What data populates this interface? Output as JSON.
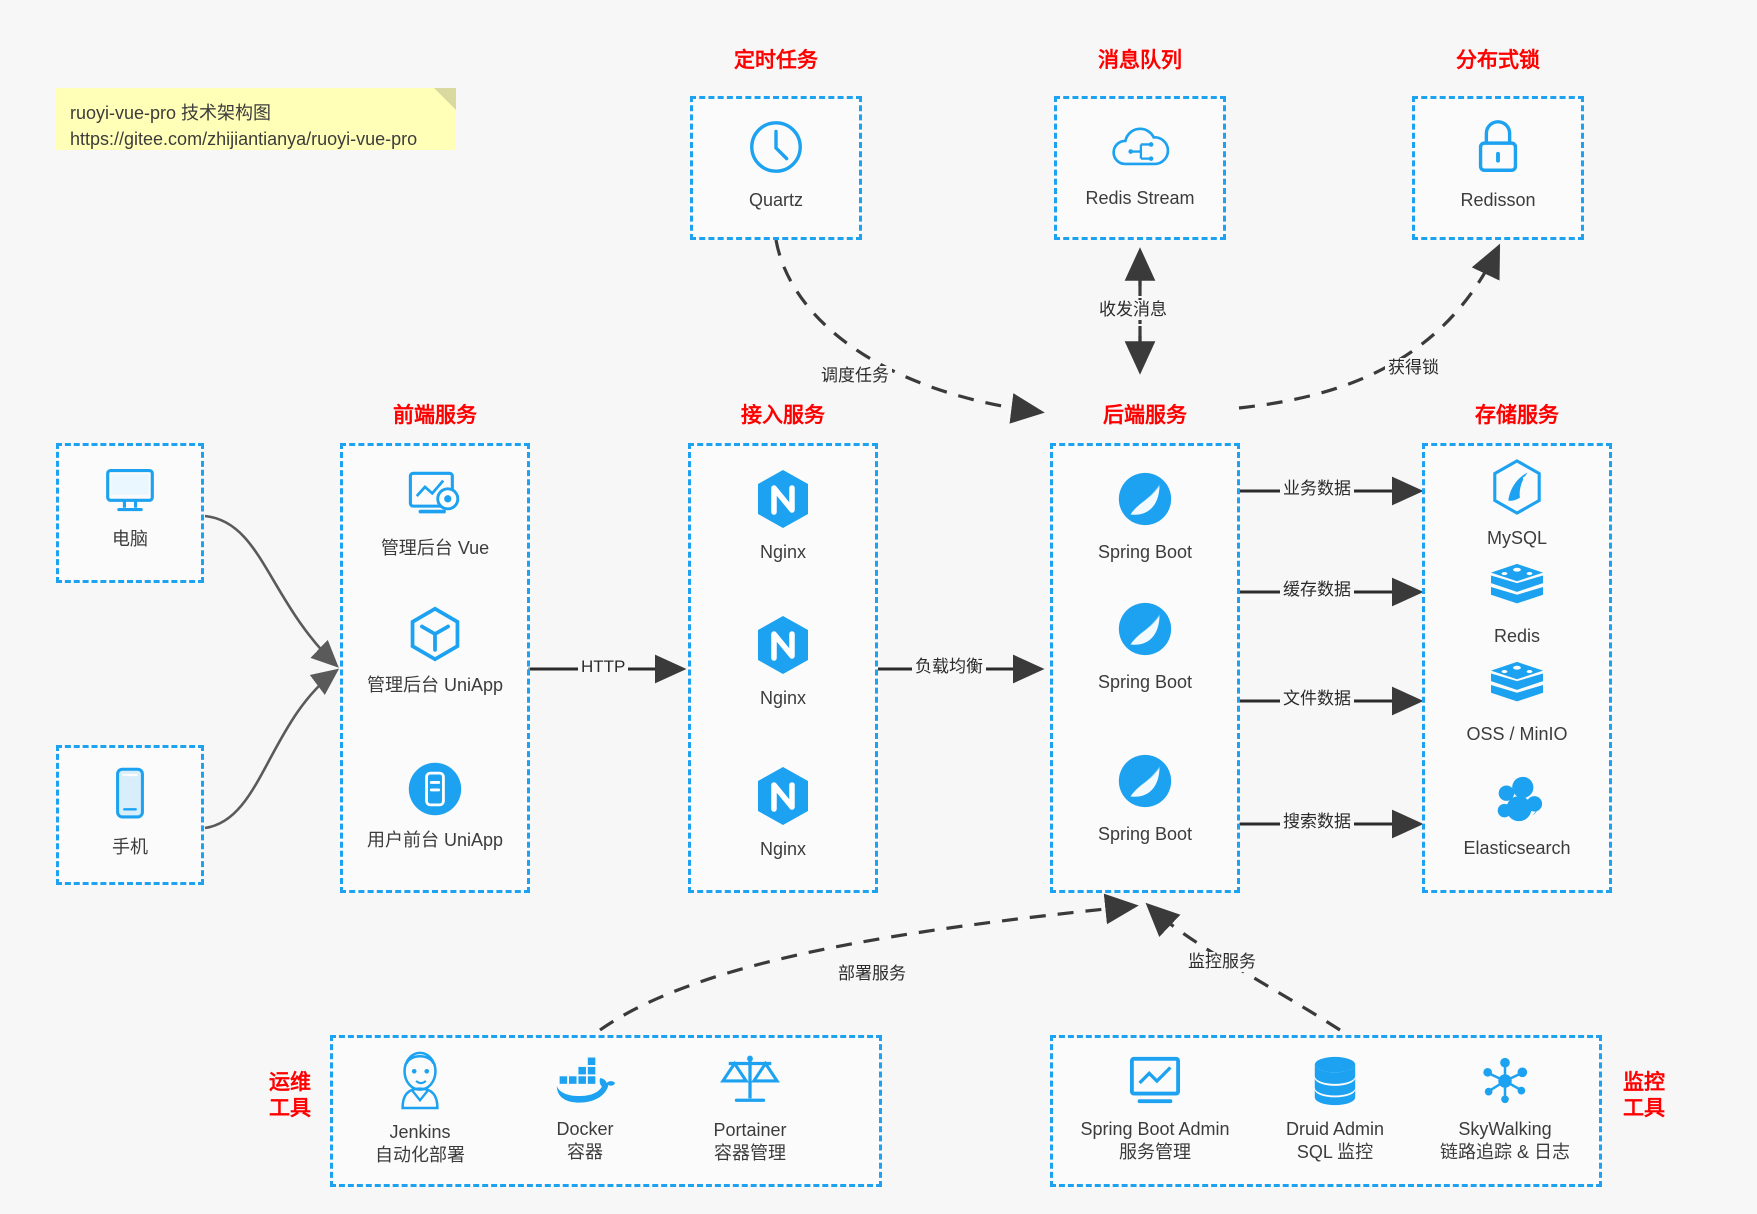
{
  "note": {
    "line1": "ruoyi-vue-pro 技术架构图",
    "line2": "https://gitee.com/zhijiantianya/ruoyi-vue-pro"
  },
  "colors": {
    "accent": "#1ca2f0",
    "title": "#ff0000",
    "text": "#3c3c3c",
    "edge": "#2b2b2b",
    "note_bg": "#ffffb8",
    "background": "#f7f7f7"
  },
  "groups": {
    "scheduler": {
      "title": "定时任务",
      "items": [
        {
          "label": "Quartz",
          "icon": "clock-icon"
        }
      ]
    },
    "mq": {
      "title": "消息队列",
      "items": [
        {
          "label": "Redis Stream",
          "icon": "cloud-stream-icon"
        }
      ]
    },
    "lock": {
      "title": "分布式锁",
      "items": [
        {
          "label": "Redisson",
          "icon": "lock-icon"
        }
      ]
    },
    "devices": {
      "items": [
        {
          "label": "电脑",
          "icon": "desktop-icon"
        },
        {
          "label": "手机",
          "icon": "mobile-icon"
        }
      ]
    },
    "frontend": {
      "title": "前端服务",
      "items": [
        {
          "label": "管理后台 Vue",
          "icon": "dashboard-gear-icon"
        },
        {
          "label": "管理后台 UniApp",
          "icon": "cube-icon"
        },
        {
          "label": "用户前台 UniApp",
          "icon": "phone-app-icon"
        }
      ]
    },
    "gateway": {
      "title": "接入服务",
      "items": [
        {
          "label": "Nginx",
          "icon": "nginx-icon"
        },
        {
          "label": "Nginx",
          "icon": "nginx-icon"
        },
        {
          "label": "Nginx",
          "icon": "nginx-icon"
        }
      ]
    },
    "backend": {
      "title": "后端服务",
      "items": [
        {
          "label": "Spring Boot",
          "icon": "spring-boot-icon"
        },
        {
          "label": "Spring Boot",
          "icon": "spring-boot-icon"
        },
        {
          "label": "Spring Boot",
          "icon": "spring-boot-icon"
        }
      ]
    },
    "storage": {
      "title": "存储服务",
      "items": [
        {
          "label": "MySQL",
          "icon": "mysql-icon"
        },
        {
          "label": "Redis",
          "icon": "redis-icon"
        },
        {
          "label": "OSS / MinIO",
          "icon": "oss-minio-icon"
        },
        {
          "label": "Elasticsearch",
          "icon": "elasticsearch-icon"
        }
      ]
    },
    "devops": {
      "title_line1": "运维",
      "title_line2": "工具",
      "items": [
        {
          "label": "Jenkins",
          "sub": "自动化部署",
          "icon": "jenkins-icon"
        },
        {
          "label": "Docker",
          "sub": "容器",
          "icon": "docker-icon"
        },
        {
          "label": "Portainer",
          "sub": "容器管理",
          "icon": "scales-icon"
        }
      ]
    },
    "monitoring": {
      "title_line1": "监控",
      "title_line2": "工具",
      "items": [
        {
          "label": "Spring Boot Admin",
          "sub": "服务管理",
          "icon": "monitor-chart-icon"
        },
        {
          "label": "Druid Admin",
          "sub": "SQL 监控",
          "icon": "database-icon"
        },
        {
          "label": "SkyWalking",
          "sub": "链路追踪 & 日志",
          "icon": "skywalking-icon"
        }
      ]
    }
  },
  "edges": [
    {
      "id": "schedule-task",
      "label": "调度任务"
    },
    {
      "id": "send-receive-message",
      "label": "收发消息"
    },
    {
      "id": "acquire-lock",
      "label": "获得锁"
    },
    {
      "id": "http",
      "label": "HTTP"
    },
    {
      "id": "load-balance",
      "label": "负载均衡"
    },
    {
      "id": "business-data",
      "label": "业务数据"
    },
    {
      "id": "cache-data",
      "label": "缓存数据"
    },
    {
      "id": "file-data",
      "label": "文件数据"
    },
    {
      "id": "search-data",
      "label": "搜索数据"
    },
    {
      "id": "deploy-service",
      "label": "部署服务"
    },
    {
      "id": "monitor-service",
      "label": "监控服务"
    }
  ]
}
